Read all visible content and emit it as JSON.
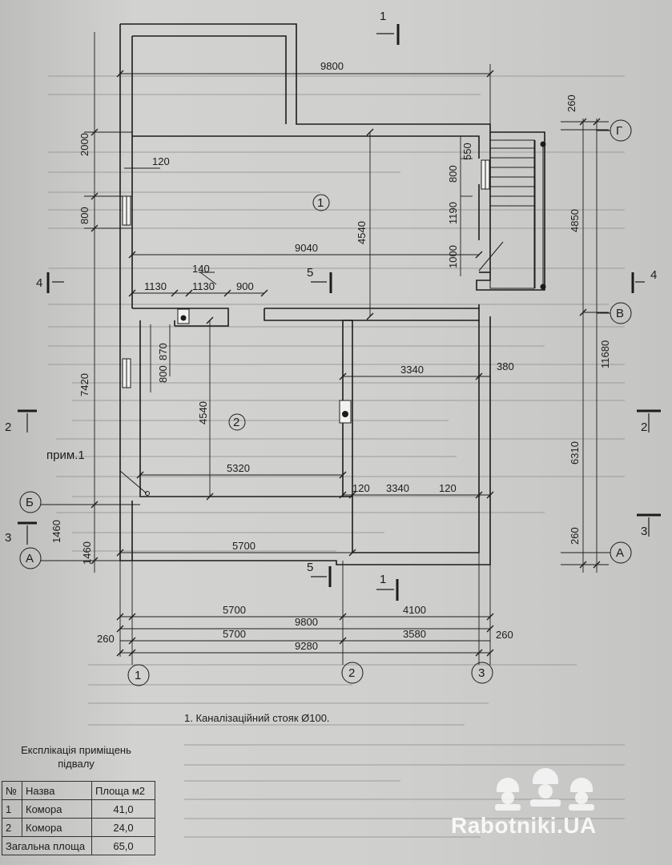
{
  "drawing": {
    "note_label": "прим.1",
    "note_text": "1. Каналізаційний стояк Ø100.",
    "room_numbers": [
      "1",
      "2"
    ],
    "axes": {
      "horizontal": [
        "1",
        "2",
        "3"
      ],
      "vertical": [
        "Г",
        "В",
        "Б",
        "А",
        "А"
      ]
    },
    "section_marks": [
      "1",
      "1",
      "2",
      "2",
      "3",
      "3",
      "4",
      "4",
      "5",
      "5"
    ],
    "dimensions": {
      "top_overall": "9800",
      "top_right": "260",
      "left_2000": "2000",
      "left_800a": "800",
      "left_7420": "7420",
      "left_1460a": "1460",
      "left_1460b": "1460",
      "room1_120": "120",
      "room1_4540": "4540",
      "room1_9040": "9040",
      "stair_550": "550",
      "stair_800": "800",
      "stair_1190": "1190",
      "stair_1000": "1000",
      "right_4850": "4850",
      "right_11680": "11680",
      "right_6310": "6310",
      "right_260": "260",
      "d_140": "140",
      "d_1130a": "1130",
      "d_1130b": "1130",
      "d_900": "900",
      "r2_870": "870",
      "r2_800": "800",
      "r2_4540": "4540",
      "r2_5320": "5320",
      "r3_3340a": "3340",
      "r3_380": "380",
      "r3_120a": "120",
      "r3_3340b": "3340",
      "r3_120b": "120",
      "bottom_5700a": "5700",
      "bottom_4100": "4100",
      "bottom_5700b": "5700",
      "bottom_9800": "9800",
      "bottom_5700c": "5700",
      "bottom_3580": "3580",
      "bottom_260a": "260",
      "bottom_260b": "260",
      "bottom_9280": "9280"
    }
  },
  "legend": {
    "title_line1": "Експлікація приміщень",
    "title_line2": "підвалу",
    "headers": [
      "№",
      "Назва",
      "Площа м2"
    ],
    "rows": [
      {
        "num": "1",
        "name": "Комора",
        "area": "41,0"
      },
      {
        "num": "2",
        "name": "Комора",
        "area": "24,0"
      }
    ],
    "total_label": "Загальна площа",
    "total_value": "65,0"
  },
  "watermark": "Rabotniki.UA"
}
